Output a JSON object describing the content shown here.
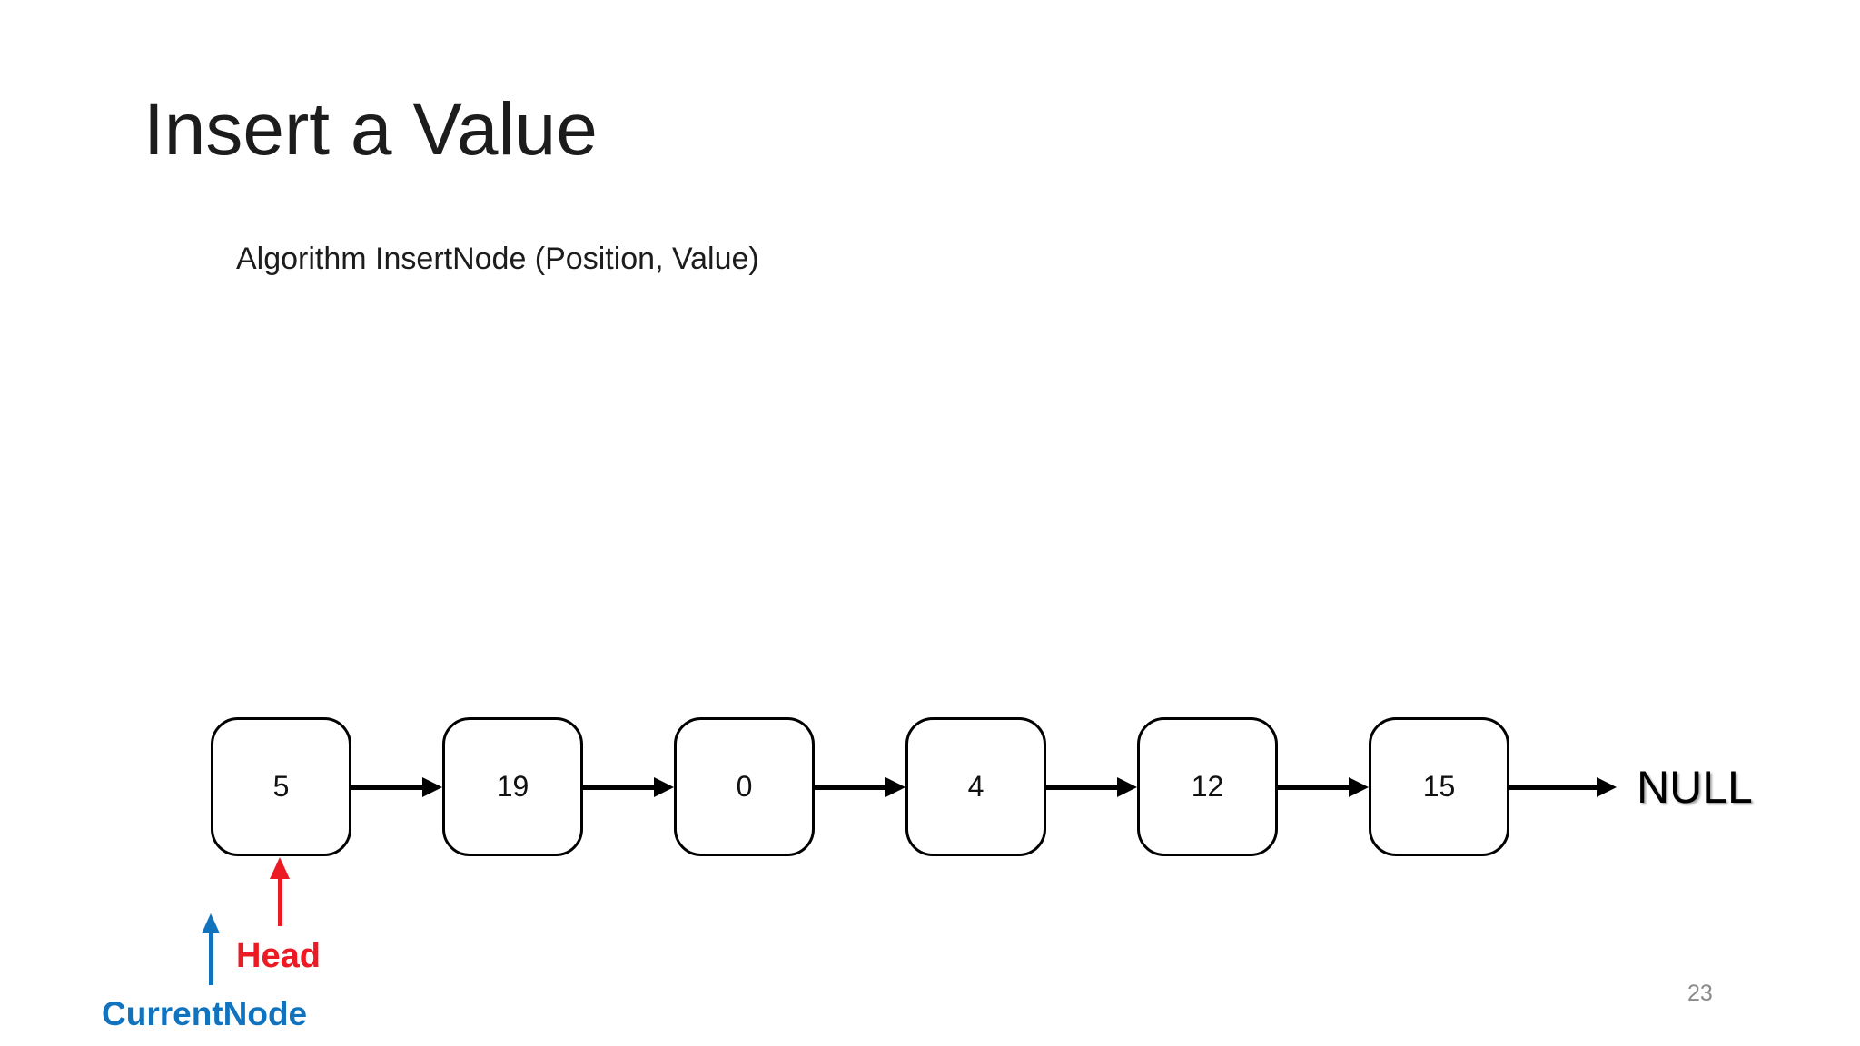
{
  "slide": {
    "title": "Insert a Value",
    "subtitle": "Algorithm InsertNode (Position, Value)",
    "page_number": "23"
  },
  "diagram": {
    "type": "singly-linked-list",
    "nodes": [
      "5",
      "19",
      "0",
      "4",
      "12",
      "15"
    ],
    "terminator": "NULL",
    "pointers": [
      {
        "label": "Head",
        "color": "#ec1b23",
        "target": "first-node"
      },
      {
        "label": "CurrentNode",
        "color": "#1173be",
        "target": "first-node"
      }
    ],
    "colors": {
      "node_border": "#000000",
      "link_arrow": "#000000",
      "head_pointer": "#ec1b23",
      "current_pointer": "#1173be"
    }
  }
}
